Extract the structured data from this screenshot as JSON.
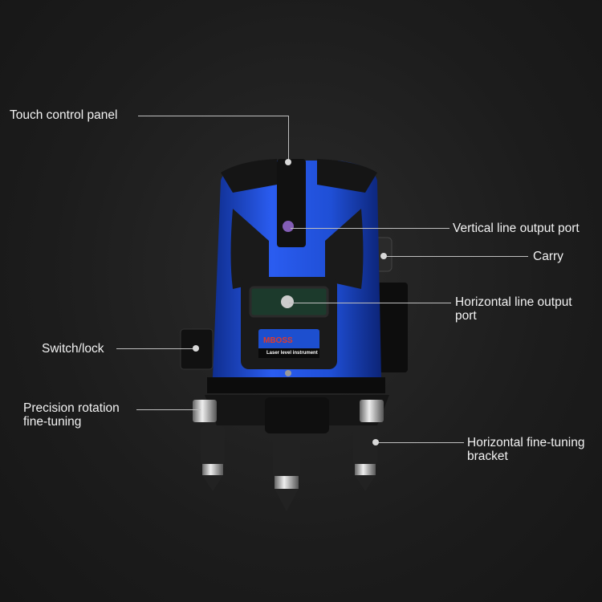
{
  "callouts": {
    "touch_control_panel": "Touch control panel",
    "vertical_line_output_port": "Vertical line output port",
    "carry": "Carry",
    "horizontal_line_output_port": "Horizontal line output\nport",
    "switch_lock": "Switch/lock",
    "precision_rotation": "Precision rotation\nfine-tuning",
    "horizontal_fine_tuning_bracket": "Horizontal fine-tuning\nbracket"
  },
  "device": {
    "product_label": "Laser level instrument",
    "body_color": "#1f4fd6"
  }
}
